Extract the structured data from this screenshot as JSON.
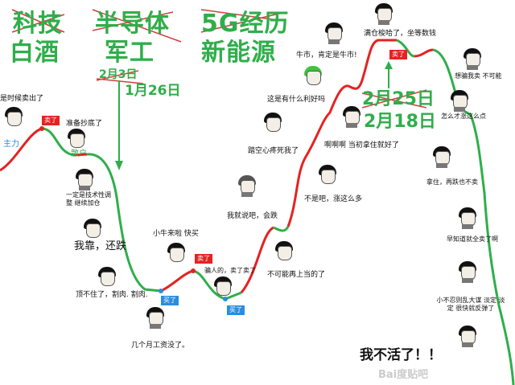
{
  "sectors": {
    "crossed": [
      "科技",
      "半导体",
      "5G经历"
    ],
    "current": [
      "白酒",
      "军工",
      "新能源"
    ]
  },
  "dates": {
    "left_crossed": "2月3日",
    "left": "1月26日",
    "right_crossed": "2月25日",
    "right": "2月18日"
  },
  "tags": {
    "sell": "卖了",
    "buy": "买了",
    "main_force": "主力",
    "retail": "散户"
  },
  "captions": [
    "是时候卖出了",
    "准备抄底了",
    "一定是技术性调整 继续加仓",
    "我靠，还跌",
    "顶不住了，割肉. 割肉.",
    "几个月工资没了。",
    "小牛来啦 快买",
    "骗人的，卖了卖了",
    "我就说吧，会跌",
    "踏空心疼死我了",
    "这是有什么利好吗",
    "牛市，肯定是牛市!",
    "满仓梭哈了，坐等数钱",
    "啊啊啊 当初拿住就好了",
    "不是吧，涨这么多",
    "不可能再上当的了",
    "怎么才涨这么点",
    "想骗我卖 不可能",
    "拿住，再跌也不卖",
    "早知道就全卖了啊",
    "小不忍则乱大谋 淡定 淡定 很快就反弹了",
    "我不活了！！"
  ],
  "watermark": "Bai度贴吧",
  "colors": {
    "up": "#e52222",
    "down": "#2fae4a",
    "buy_tag": "#2a8de0",
    "sector": "#2fae4a"
  }
}
